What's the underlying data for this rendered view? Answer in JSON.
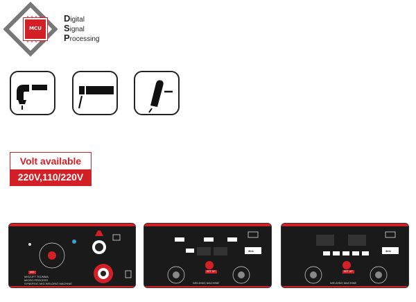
{
  "dsp_badge": {
    "chip_label": "MCU",
    "line1_initial": "D",
    "line1_rest": "igital",
    "line2_initial": "S",
    "line2_rest": "ignal",
    "line3_initial": "P",
    "line3_rest": "rocessing",
    "accent_color": "#d31f26"
  },
  "processes": [
    {
      "name": "mig-torch-icon"
    },
    {
      "name": "tig-torch-icon"
    },
    {
      "name": "mma-electrode-icon"
    }
  ],
  "voltage": {
    "heading": "Volt available",
    "values": "220V,110/220V"
  },
  "panels": [
    {
      "tag": "MIG",
      "line1": "MIG/LIFT TIG/MMA",
      "line2": "MICRO PROCESS",
      "line3": "SYNERGIC MIG WELDING MACHINE"
    },
    {
      "tag": "SET UP",
      "badge": "3in1",
      "label": "WELDING MACHINE"
    },
    {
      "tag": "SET UP",
      "badge": "3in1",
      "label": "WELDING MACHINE"
    }
  ]
}
